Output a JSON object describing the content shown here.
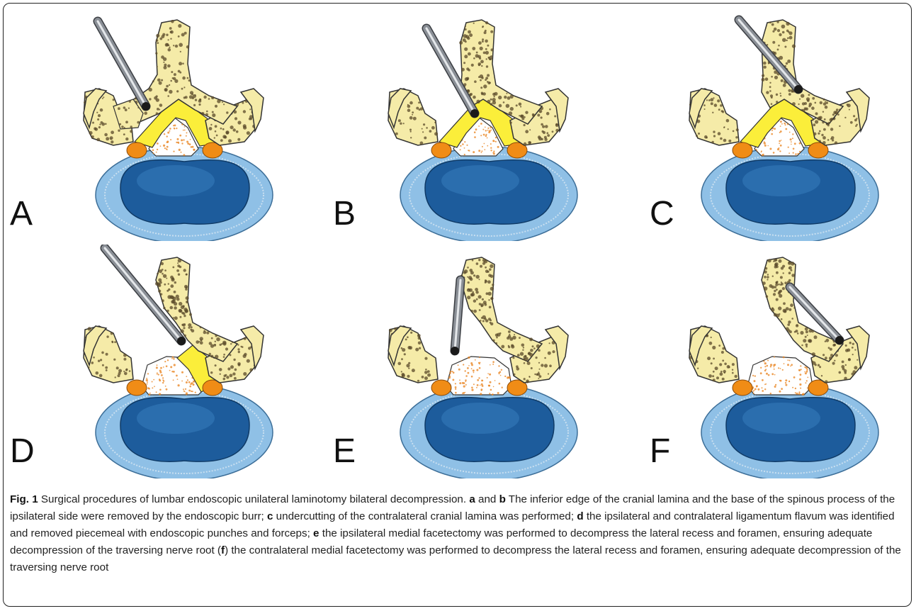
{
  "figure": {
    "panels": [
      {
        "letter": "A",
        "stage": "burr-ipsilateral"
      },
      {
        "letter": "B",
        "stage": "burr-spinous-base"
      },
      {
        "letter": "C",
        "stage": "undercut-contralateral"
      },
      {
        "letter": "D",
        "stage": "flavum-removal"
      },
      {
        "letter": "E",
        "stage": "ipsilateral-facetectomy"
      },
      {
        "letter": "F",
        "stage": "contralateral-facetectomy"
      }
    ],
    "caption": {
      "label": "Fig. 1",
      "title": " Surgical procedures of lumbar endoscopic unilateral laminotomy bilateral decompression. ",
      "a": "a",
      "and": " and ",
      "b": "b",
      "text_ab": " The inferior edge of the cranial lamina and the base of the spinous process of the ipsilateral side were removed by the endoscopic burr; ",
      "c": "c",
      "text_c": " undercutting of the contralateral cranial lamina was performed; ",
      "d": "d",
      "text_d": " the ipsilateral and contralateral ligamentum flavum was identified and removed piecemeal with endoscopic punches and forceps; ",
      "e": "e",
      "text_e": " the ipsilateral medial facetectomy was performed to decompress the lateral recess and foramen, ensuring adequate decompression of the traversing nerve root (",
      "f": "f",
      "text_f": ") the contralateral medial facetectomy was performed to decompress the lateral recess and foramen, ensuring adequate decompression of the traversing nerve root"
    }
  },
  "colors": {
    "bone": "#f5eba8",
    "bone_dots": "#5a4a2a",
    "flavum": "#fbee3a",
    "nerve": "#f08c16",
    "disc_outer": "#8fc0e6",
    "disc_inner": "#1d5c9c",
    "canal_dots": "#e8801a",
    "instrument": "#8a8f96"
  }
}
